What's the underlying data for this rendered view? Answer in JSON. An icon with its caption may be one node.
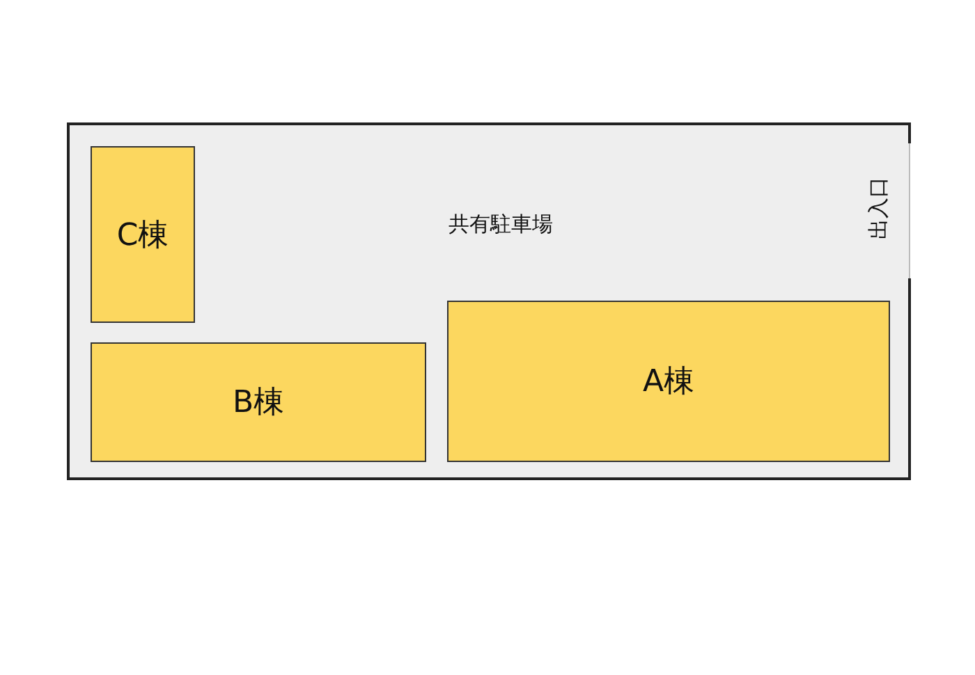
{
  "diagram": {
    "nodes": [
      {
        "text": [
          "共有駐車場"
        ]
      },
      {
        "text": [
          "C棟"
        ],
        "in": 0
      },
      {
        "text": [
          "B棟"
        ],
        "in": 0
      },
      {
        "text": [
          "A棟"
        ],
        "in": 0
      }
    ],
    "labels": [
      "出入口"
    ]
  }
}
